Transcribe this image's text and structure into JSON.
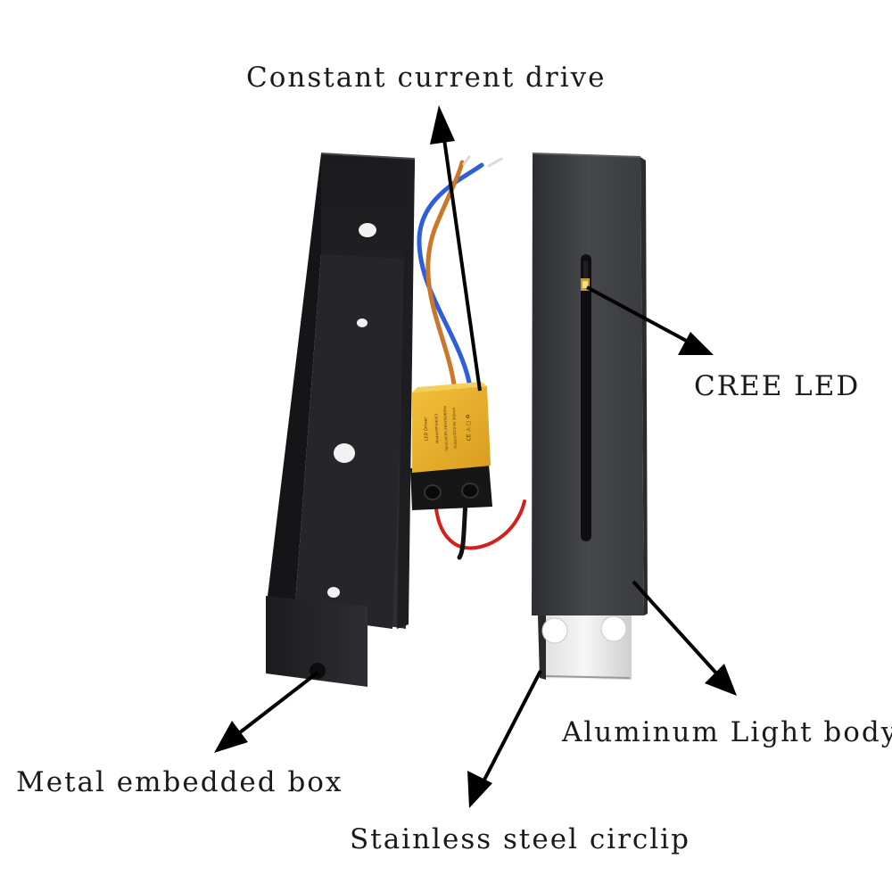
{
  "callouts": {
    "constant_current_drive": "Constant current drive",
    "cree_led": "CREE LED",
    "aluminum_light_body": "Aluminum Light body",
    "metal_embedded_box": "Metal embedded box",
    "stainless_steel_circlip": "Stainless steel circlip"
  },
  "driver_label": {
    "title": "LED Driver",
    "line1": "Model:MT-E4003",
    "line2": "Input:AC85-265V50/60Hz",
    "line3": "Output:DC3-4V 300mA",
    "marks": "CE  ⚠  ▢  ♻"
  },
  "colors": {
    "box_metal": "#2a2a2d",
    "light_body": "#3c3e42",
    "driver_case": "#e2ad2c",
    "arrow": "#000000",
    "wire_blue": "#2f5fd6",
    "wire_orange": "#c8772b",
    "wire_red": "#d2201c"
  }
}
